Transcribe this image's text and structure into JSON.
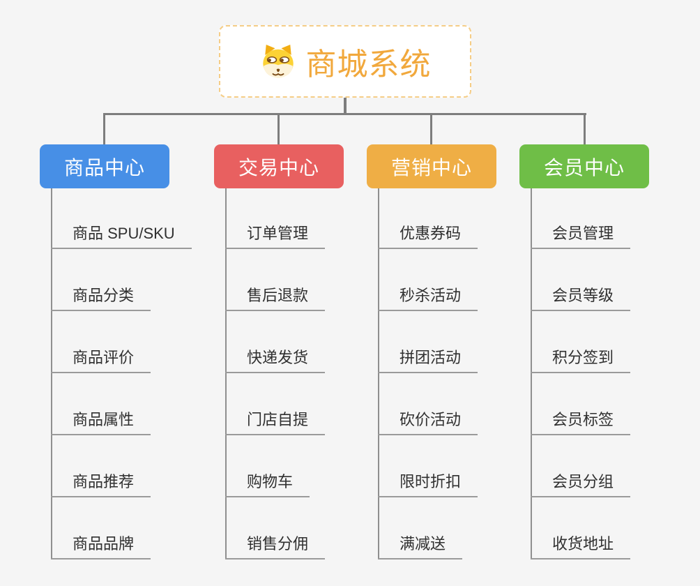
{
  "canvas": {
    "background": "#f5f5f5",
    "connector_color": "#7d7d7d",
    "underline_color": "#9a9a9a",
    "leaf_text_color": "#303030"
  },
  "root": {
    "title": "商城系统",
    "icon": "dog-face",
    "text_color": "#f1a83c",
    "border_color": "#f5cd86",
    "background": "#ffffff"
  },
  "branches": [
    {
      "name": "product-center",
      "header": {
        "label": "商品中心",
        "color": "#478fe6"
      },
      "items": [
        "商品 SPU/SKU",
        "商品分类",
        "商品评价",
        "商品属性",
        "商品推荐",
        "商品品牌"
      ]
    },
    {
      "name": "trade-center",
      "header": {
        "label": "交易中心",
        "color": "#e86060"
      },
      "items": [
        "订单管理",
        "售后退款",
        "快递发货",
        "门店自提",
        "购物车",
        "销售分佣"
      ]
    },
    {
      "name": "marketing-center",
      "header": {
        "label": "营销中心",
        "color": "#efae45"
      },
      "items": [
        "优惠券码",
        "秒杀活动",
        "拼团活动",
        "砍价活动",
        "限时折扣",
        "满减送"
      ]
    },
    {
      "name": "member-center",
      "header": {
        "label": "会员中心",
        "color": "#6fbe47"
      },
      "items": [
        "会员管理",
        "会员等级",
        "积分签到",
        "会员标签",
        "会员分组",
        "收货地址"
      ]
    }
  ]
}
